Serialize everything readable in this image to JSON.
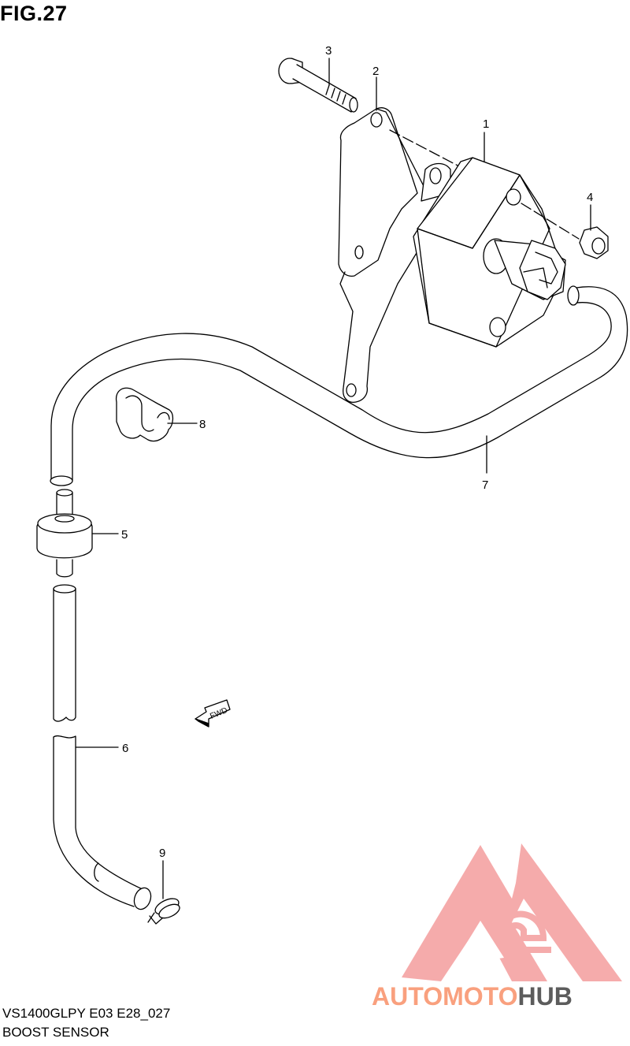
{
  "figure": {
    "title": "FIG.27"
  },
  "footer": {
    "model_code": "VS1400GLPY E03 E28_027",
    "description": "BOOST SENSOR"
  },
  "callouts": [
    "1",
    "2",
    "3",
    "4",
    "5",
    "6",
    "7",
    "8",
    "9"
  ],
  "fwd_label": "FWD",
  "watermark": {
    "part1": "AUTOMOTO",
    "part2": "HUB",
    "color_light": "#f9a07e",
    "color_dark": "#5c5c5c",
    "logo_color": "#f4a0a0"
  }
}
